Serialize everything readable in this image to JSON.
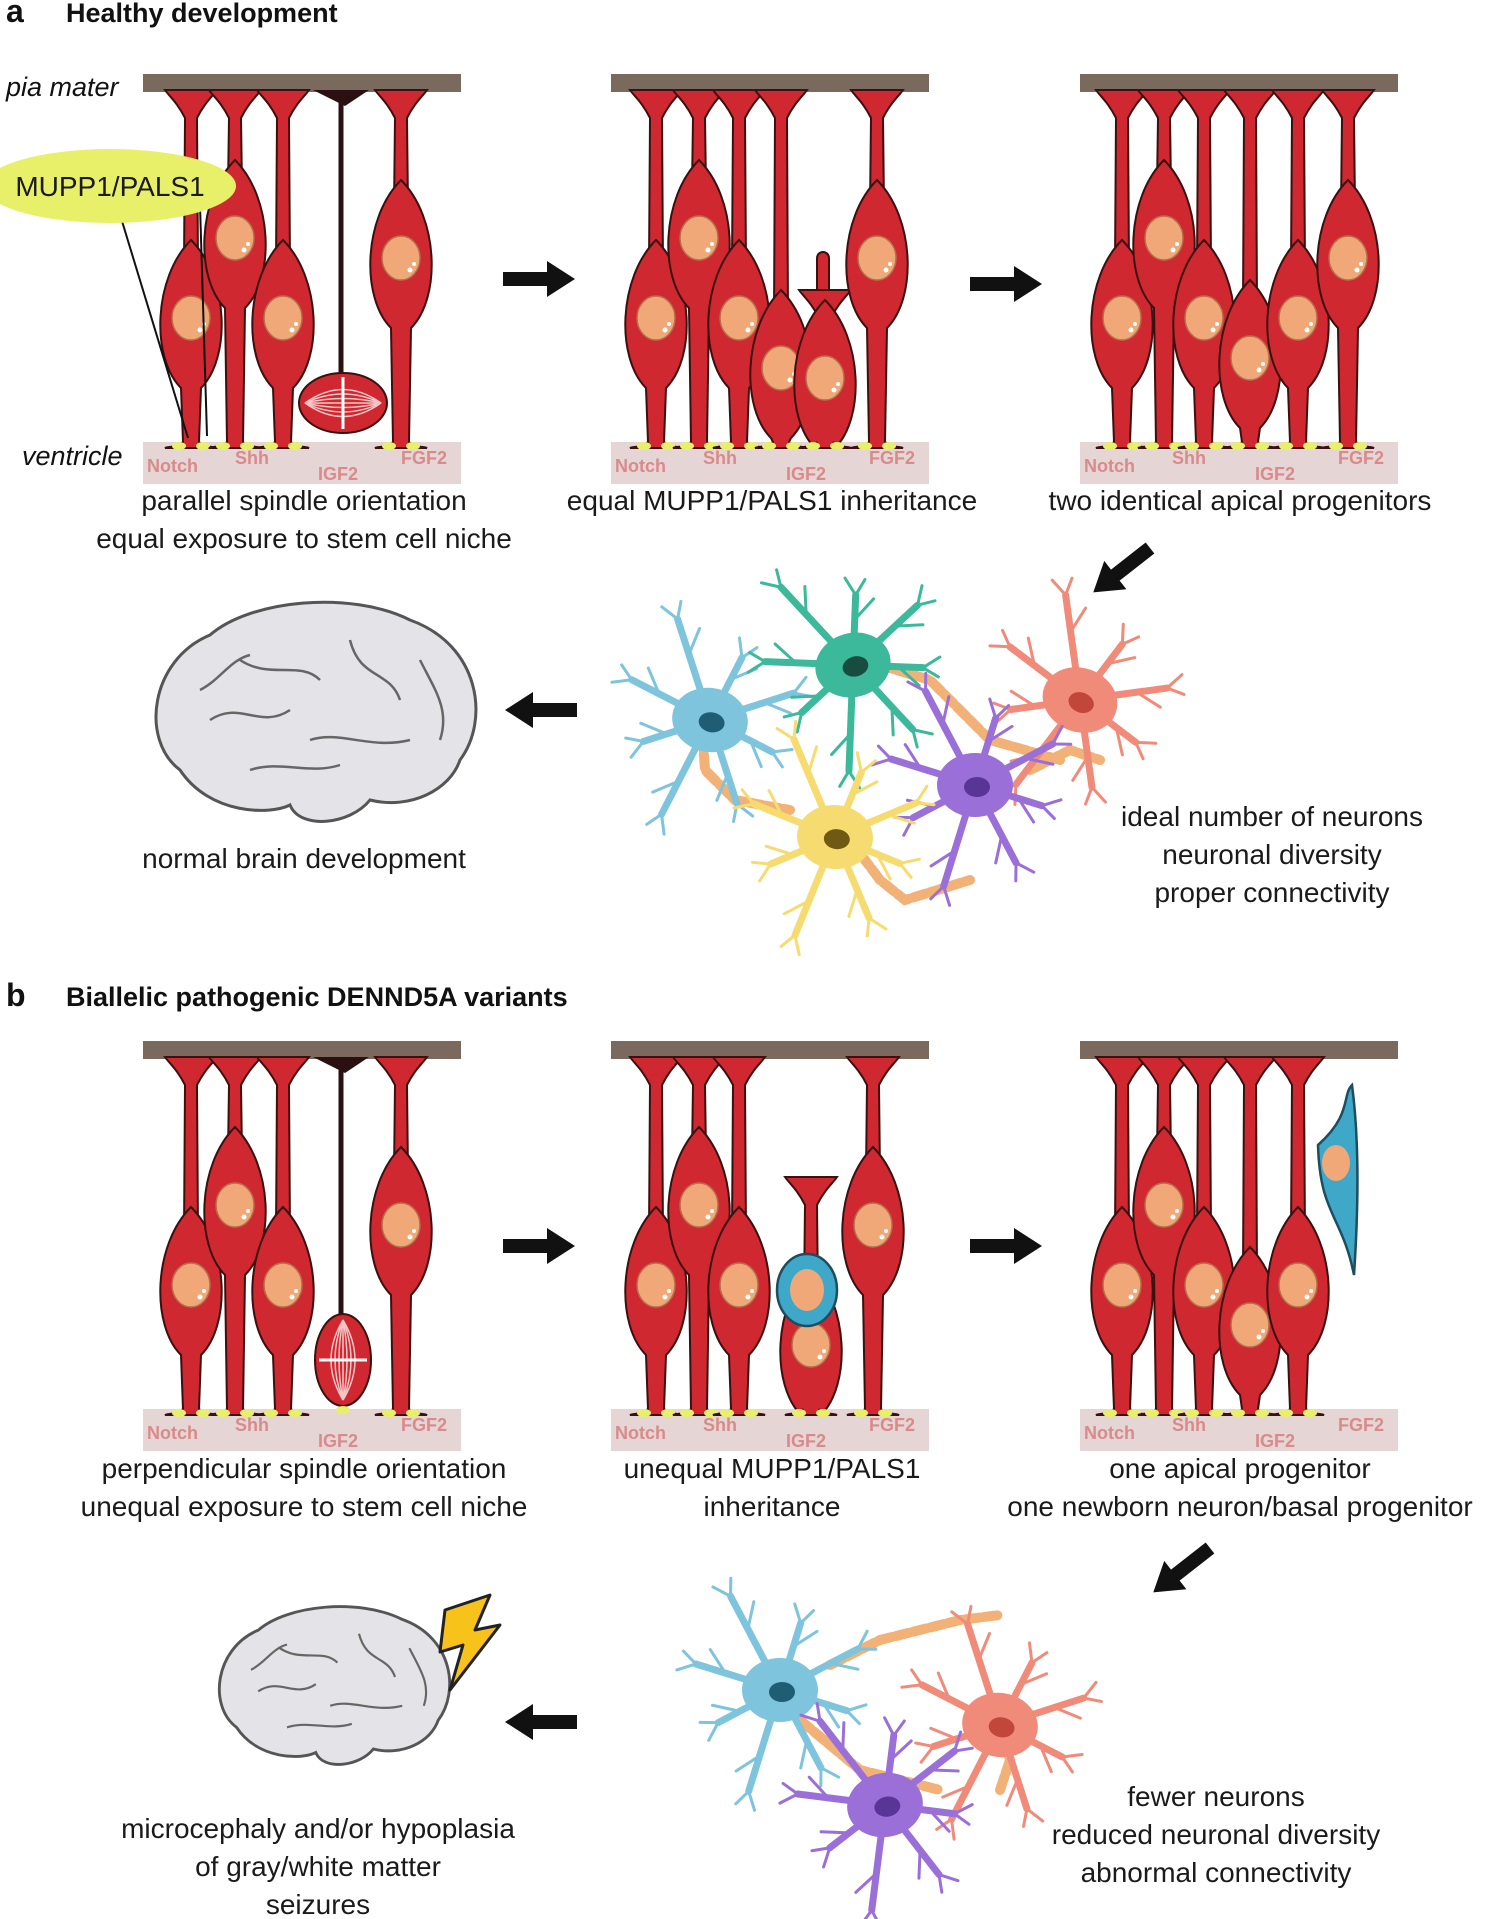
{
  "panel_a": {
    "letter": "a",
    "title": "Healthy development",
    "pia_label": "pia mater",
    "ventricle_label": "ventricle",
    "protein_label": "MUPP1/PALS1",
    "niche": {
      "notch": "Notch",
      "shh": "Shh",
      "igf2": "IGF2",
      "fgf2": "FGF2"
    },
    "captions": {
      "step1": [
        "parallel spindle orientation",
        "equal exposure to stem cell niche"
      ],
      "step2": [
        "equal MUPP1/PALS1 inheritance"
      ],
      "step3": [
        "two identical apical progenitors"
      ],
      "neurons": [
        "ideal number of neurons",
        "neuronal diversity",
        "proper connectivity"
      ],
      "brain": [
        "normal brain development"
      ]
    }
  },
  "panel_b": {
    "letter": "b",
    "title": "Biallelic pathogenic DENND5A variants",
    "niche": {
      "notch": "Notch",
      "shh": "Shh",
      "igf2": "IGF2",
      "fgf2": "FGF2"
    },
    "captions": {
      "step1": [
        "perpendicular spindle orientation",
        "unequal exposure to stem cell niche"
      ],
      "step2": [
        "unequal MUPP1/PALS1",
        "inheritance"
      ],
      "step3": [
        "one apical progenitor",
        "one newborn neuron/basal progenitor"
      ],
      "neurons": [
        "fewer neurons",
        "reduced neuronal diversity",
        "abnormal connectivity"
      ],
      "brain": [
        "microcephaly and/or hypoplasia",
        "of gray/white matter",
        "seizures"
      ]
    }
  },
  "colors": {
    "pia": "#7a6a5e",
    "ventricle": "#e6d5d5",
    "cell": "#cf2830",
    "nucleus": "#f0a878",
    "mupp": "#e8f06a",
    "basal": "#3fa8c8",
    "brain": "#e3e3e8"
  },
  "icons": [
    "arrow-right-icon",
    "arrow-down-left-icon",
    "arrow-left-icon",
    "brain-icon",
    "lightning-icon",
    "neuron-icon"
  ]
}
